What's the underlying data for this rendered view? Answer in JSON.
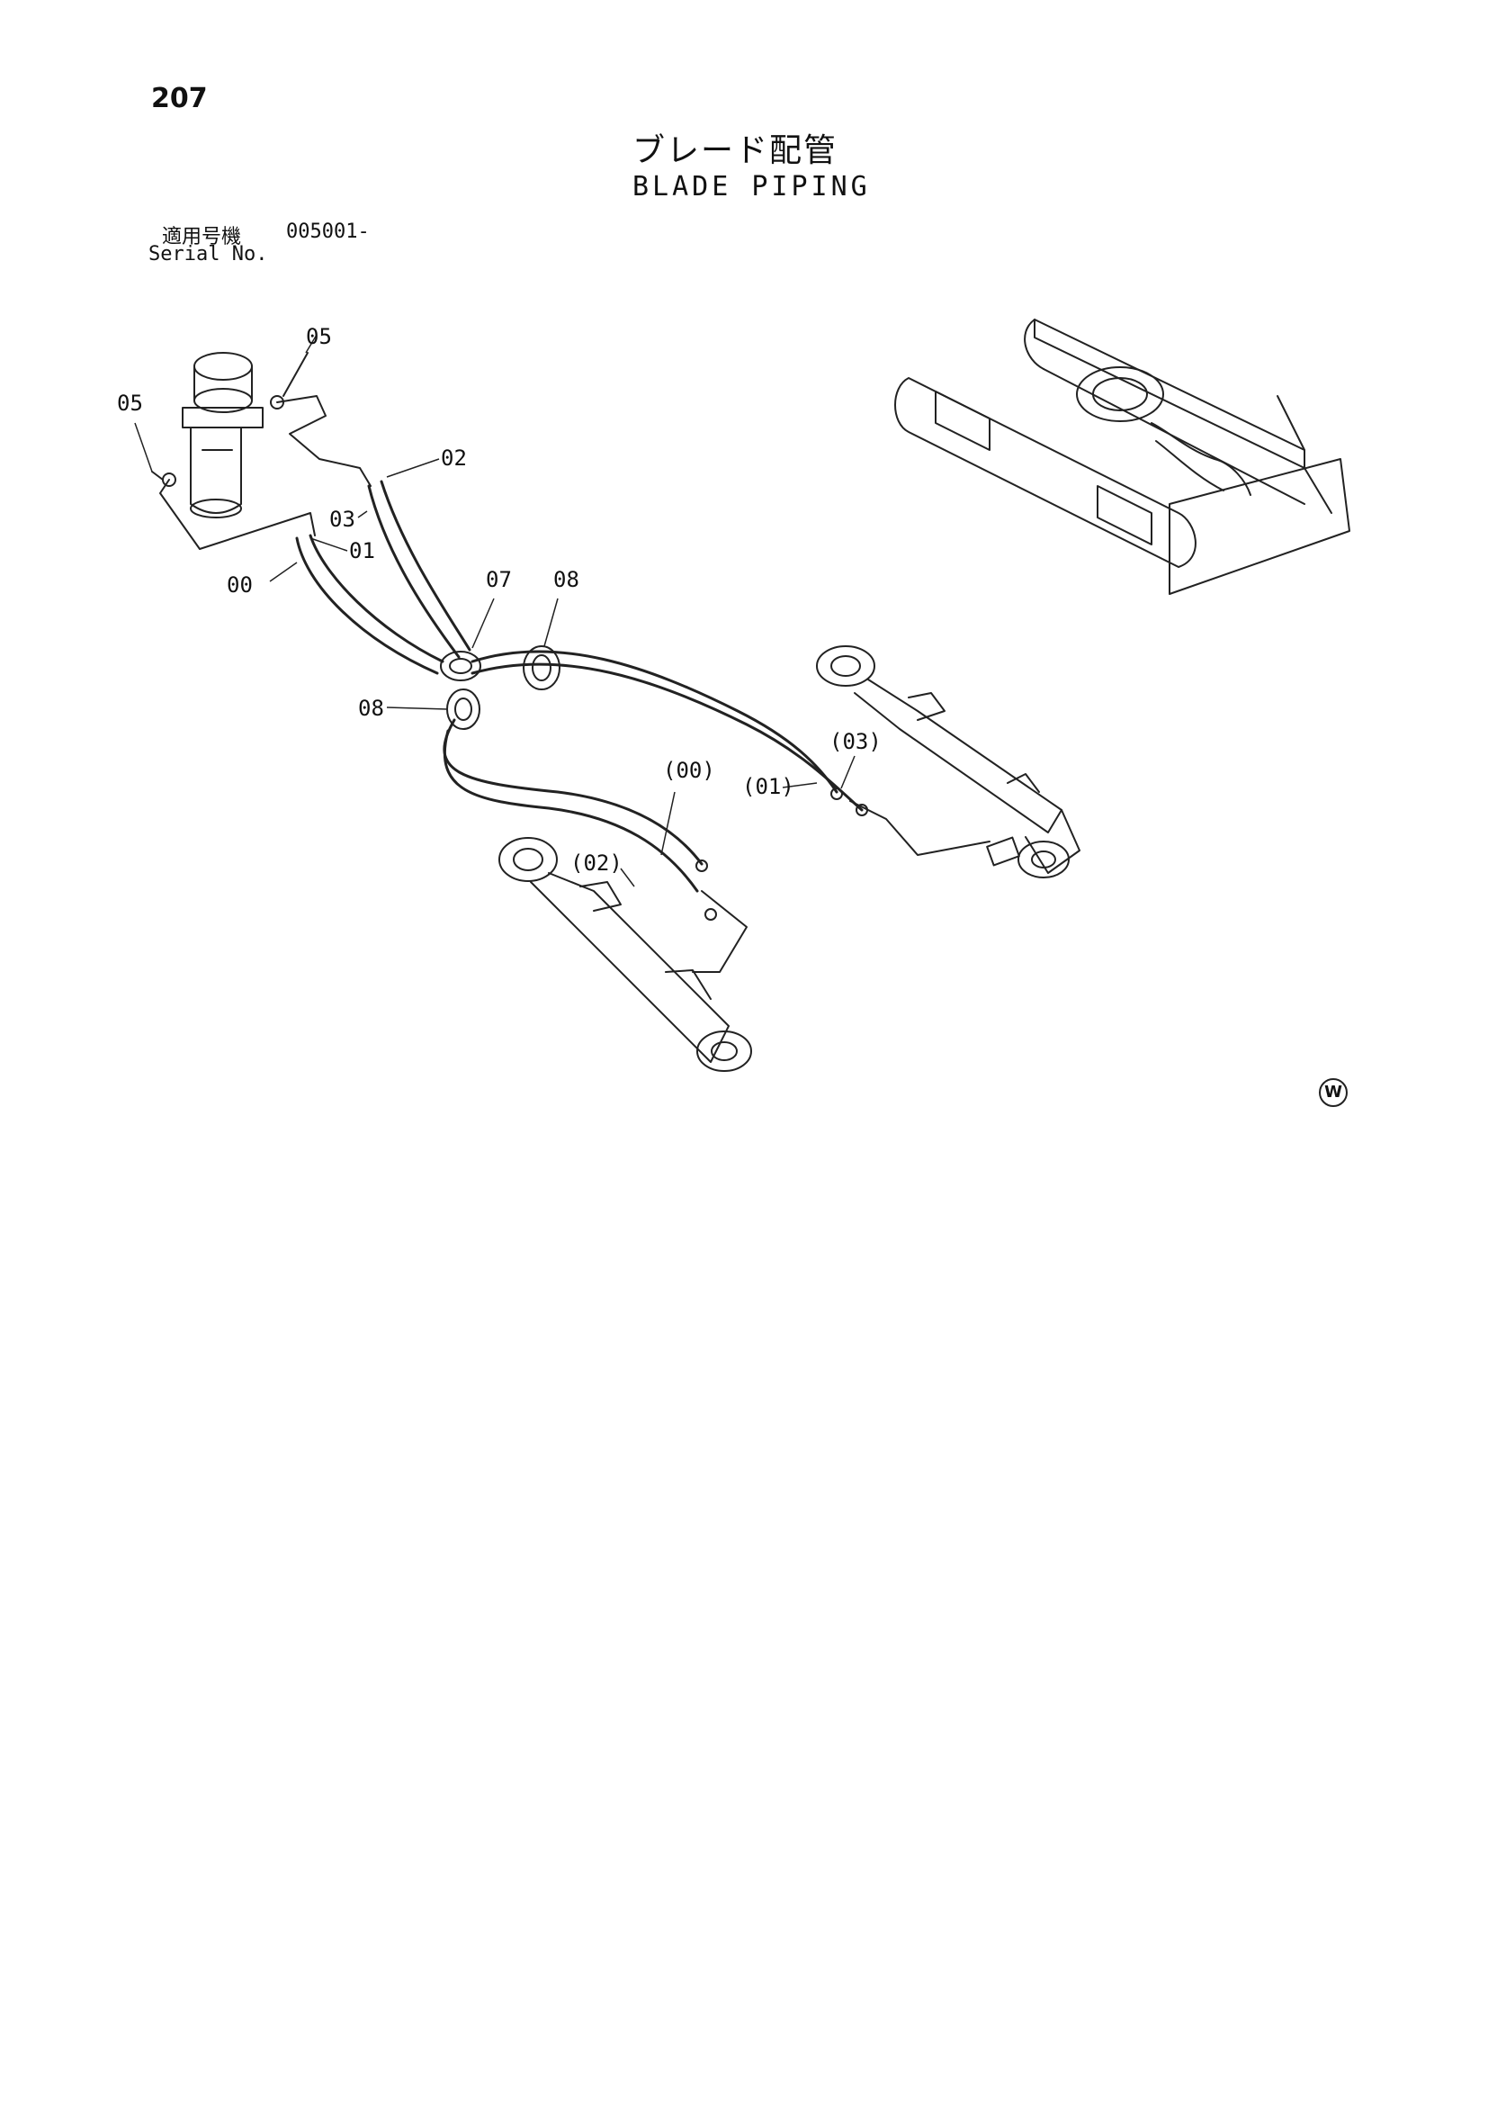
{
  "page": {
    "number": "207",
    "title_jp": "ブレード配管",
    "title_en": "BLADE PIPING"
  },
  "serial": {
    "label_jp": "適用号機",
    "value": "005001-",
    "label_en": "Serial No."
  },
  "callouts": {
    "c05_left": "05",
    "c05_top": "05",
    "c02": "02",
    "c03": "03",
    "c01": "01",
    "c00": "00",
    "c07": "07",
    "c08_right": "08",
    "c08_left": "08",
    "c00_paren": "(00)",
    "c01_paren": "(01)",
    "c03_paren": "(03)",
    "c02_paren": "(02)"
  },
  "mark": "W",
  "colors": {
    "ink": "#222222",
    "background": "#ffffff"
  }
}
